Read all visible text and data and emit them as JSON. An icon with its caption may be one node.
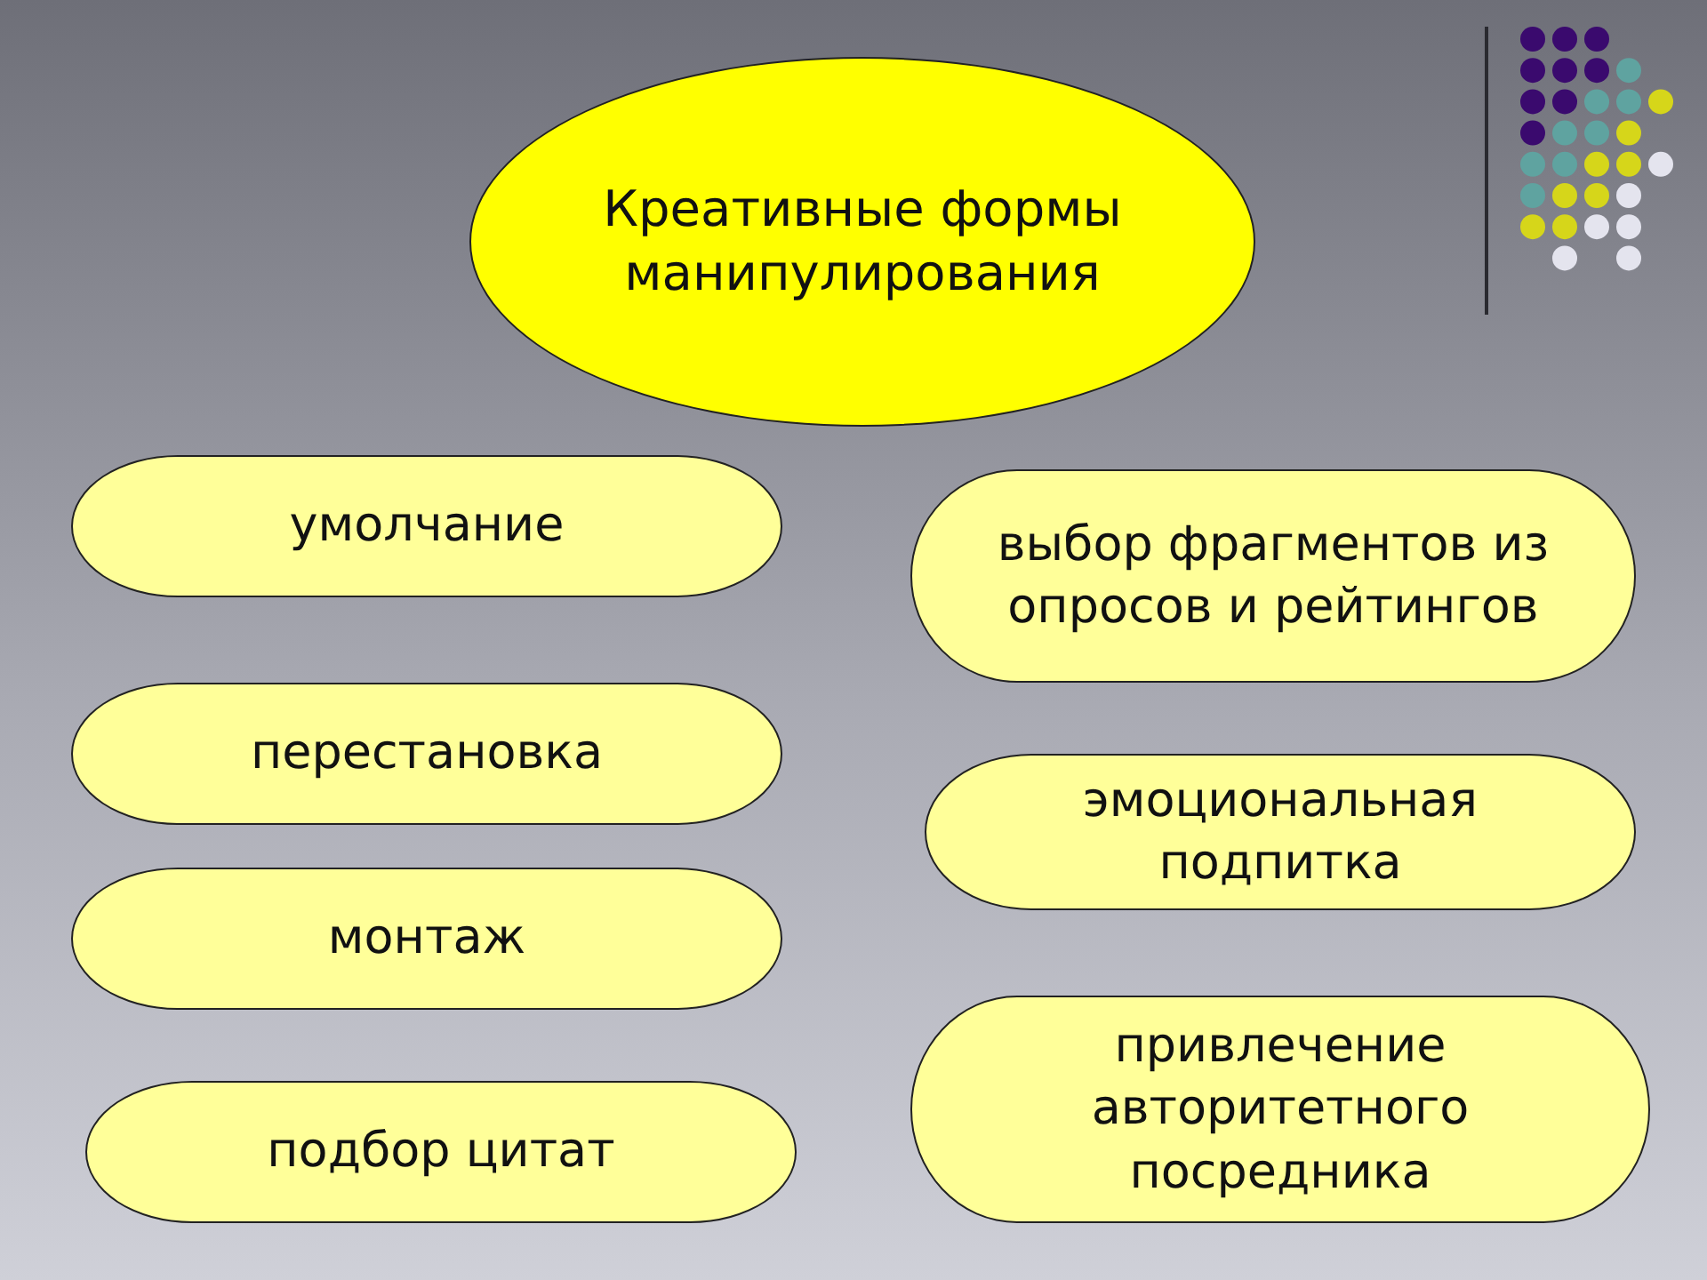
{
  "diagram": {
    "nodes": [
      {
        "text": [
          "Креативные формы манипулирования"
        ]
      },
      {
        "text": [
          "умолчание"
        ]
      },
      {
        "text": [
          "выбор фрагментов из опросов и рейтингов"
        ]
      },
      {
        "text": [
          "перестановка"
        ]
      },
      {
        "text": [
          "эмоциональная подпитка"
        ]
      },
      {
        "text": [
          "монтаж"
        ]
      },
      {
        "text": [
          "привлечение авторитетного посредника"
        ]
      },
      {
        "text": [
          "подбор цитат"
        ]
      }
    ]
  }
}
